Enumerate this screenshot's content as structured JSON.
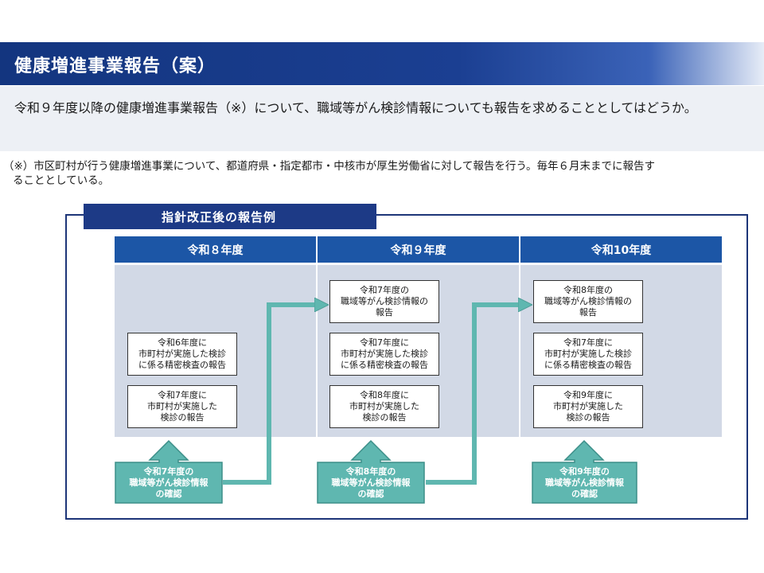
{
  "header": {
    "title": "健康増進事業報告（案）"
  },
  "lead": {
    "text": "令和９年度以降の健康増進事業報告（※）について、職域等がん検診情報についても報告を求めることとしてはどうか。"
  },
  "note": {
    "line1": "（※）市区町村が行う健康増進事業について、都道府県・指定都市・中核市が厚生労働省に対して報告を行う。毎年６月末までに報告す",
    "line2": "ることとしている。"
  },
  "diagram": {
    "label": "指針改正後の報告例",
    "columns": [
      {
        "header": "令和８年度",
        "boxes": [
          [
            "令和6年度に",
            "市町村が実施した検診",
            "に係る精密検査の報告"
          ],
          [
            "令和7年度に",
            "市町村が実施した",
            "検診の報告"
          ]
        ],
        "confirm": [
          "令和7年度の",
          "職域等がん検診情報",
          "の確認"
        ]
      },
      {
        "header": "令和９年度",
        "boxes": [
          [
            "令和7年度の",
            "職域等がん検診情報の",
            "報告"
          ],
          [
            "令和7年度に",
            "市町村が実施した検診",
            "に係る精密検査の報告"
          ],
          [
            "令和8年度に",
            "市町村が実施した",
            "検診の報告"
          ]
        ],
        "confirm": [
          "令和8年度の",
          "職域等がん検診情報",
          "の確認"
        ]
      },
      {
        "header": "令和10年度",
        "boxes": [
          [
            "令和8年度の",
            "職域等がん検診情報の",
            "報告"
          ],
          [
            "令和7年度に",
            "市町村が実施した検診",
            "に係る精密検査の報告"
          ],
          [
            "令和9年度に",
            "市町村が実施した",
            "検診の報告"
          ]
        ],
        "confirm": [
          "令和9年度の",
          "職域等がん検診情報",
          "の確認"
        ]
      }
    ],
    "colors": {
      "navy": "#1d3a86",
      "header_blue": "#1c56a6",
      "body_gray": "#d2d9e6",
      "teal": "#5fb7b0"
    }
  }
}
